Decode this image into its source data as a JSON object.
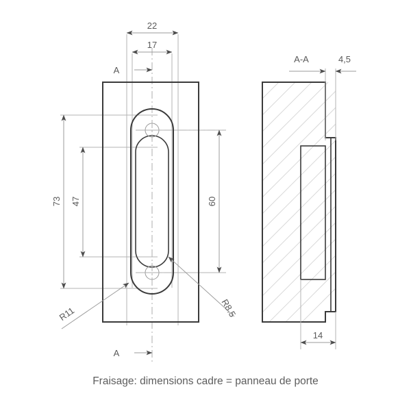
{
  "drawing": {
    "caption": "Fraisage: dimensions cadre = panneau de porte",
    "front_view": {
      "section_mark_top": "A",
      "section_mark_bottom": "A",
      "dimensions": {
        "width_outer": "22",
        "width_inner": "17",
        "height_outer": "73",
        "height_inner": "47",
        "hole_spacing": "60"
      },
      "radii": {
        "outer_radius": "R11",
        "inner_radius": "R8.5"
      }
    },
    "section_view": {
      "title": "A-A",
      "dimensions": {
        "lip_thickness": "4,5",
        "depth": "14"
      }
    }
  },
  "colors": {
    "outline": "#3a3a3a",
    "dimension": "#9b9b9b",
    "hatch": "#d9d9d9",
    "text": "#5a5a5a",
    "caption": "#5d5d5d"
  }
}
